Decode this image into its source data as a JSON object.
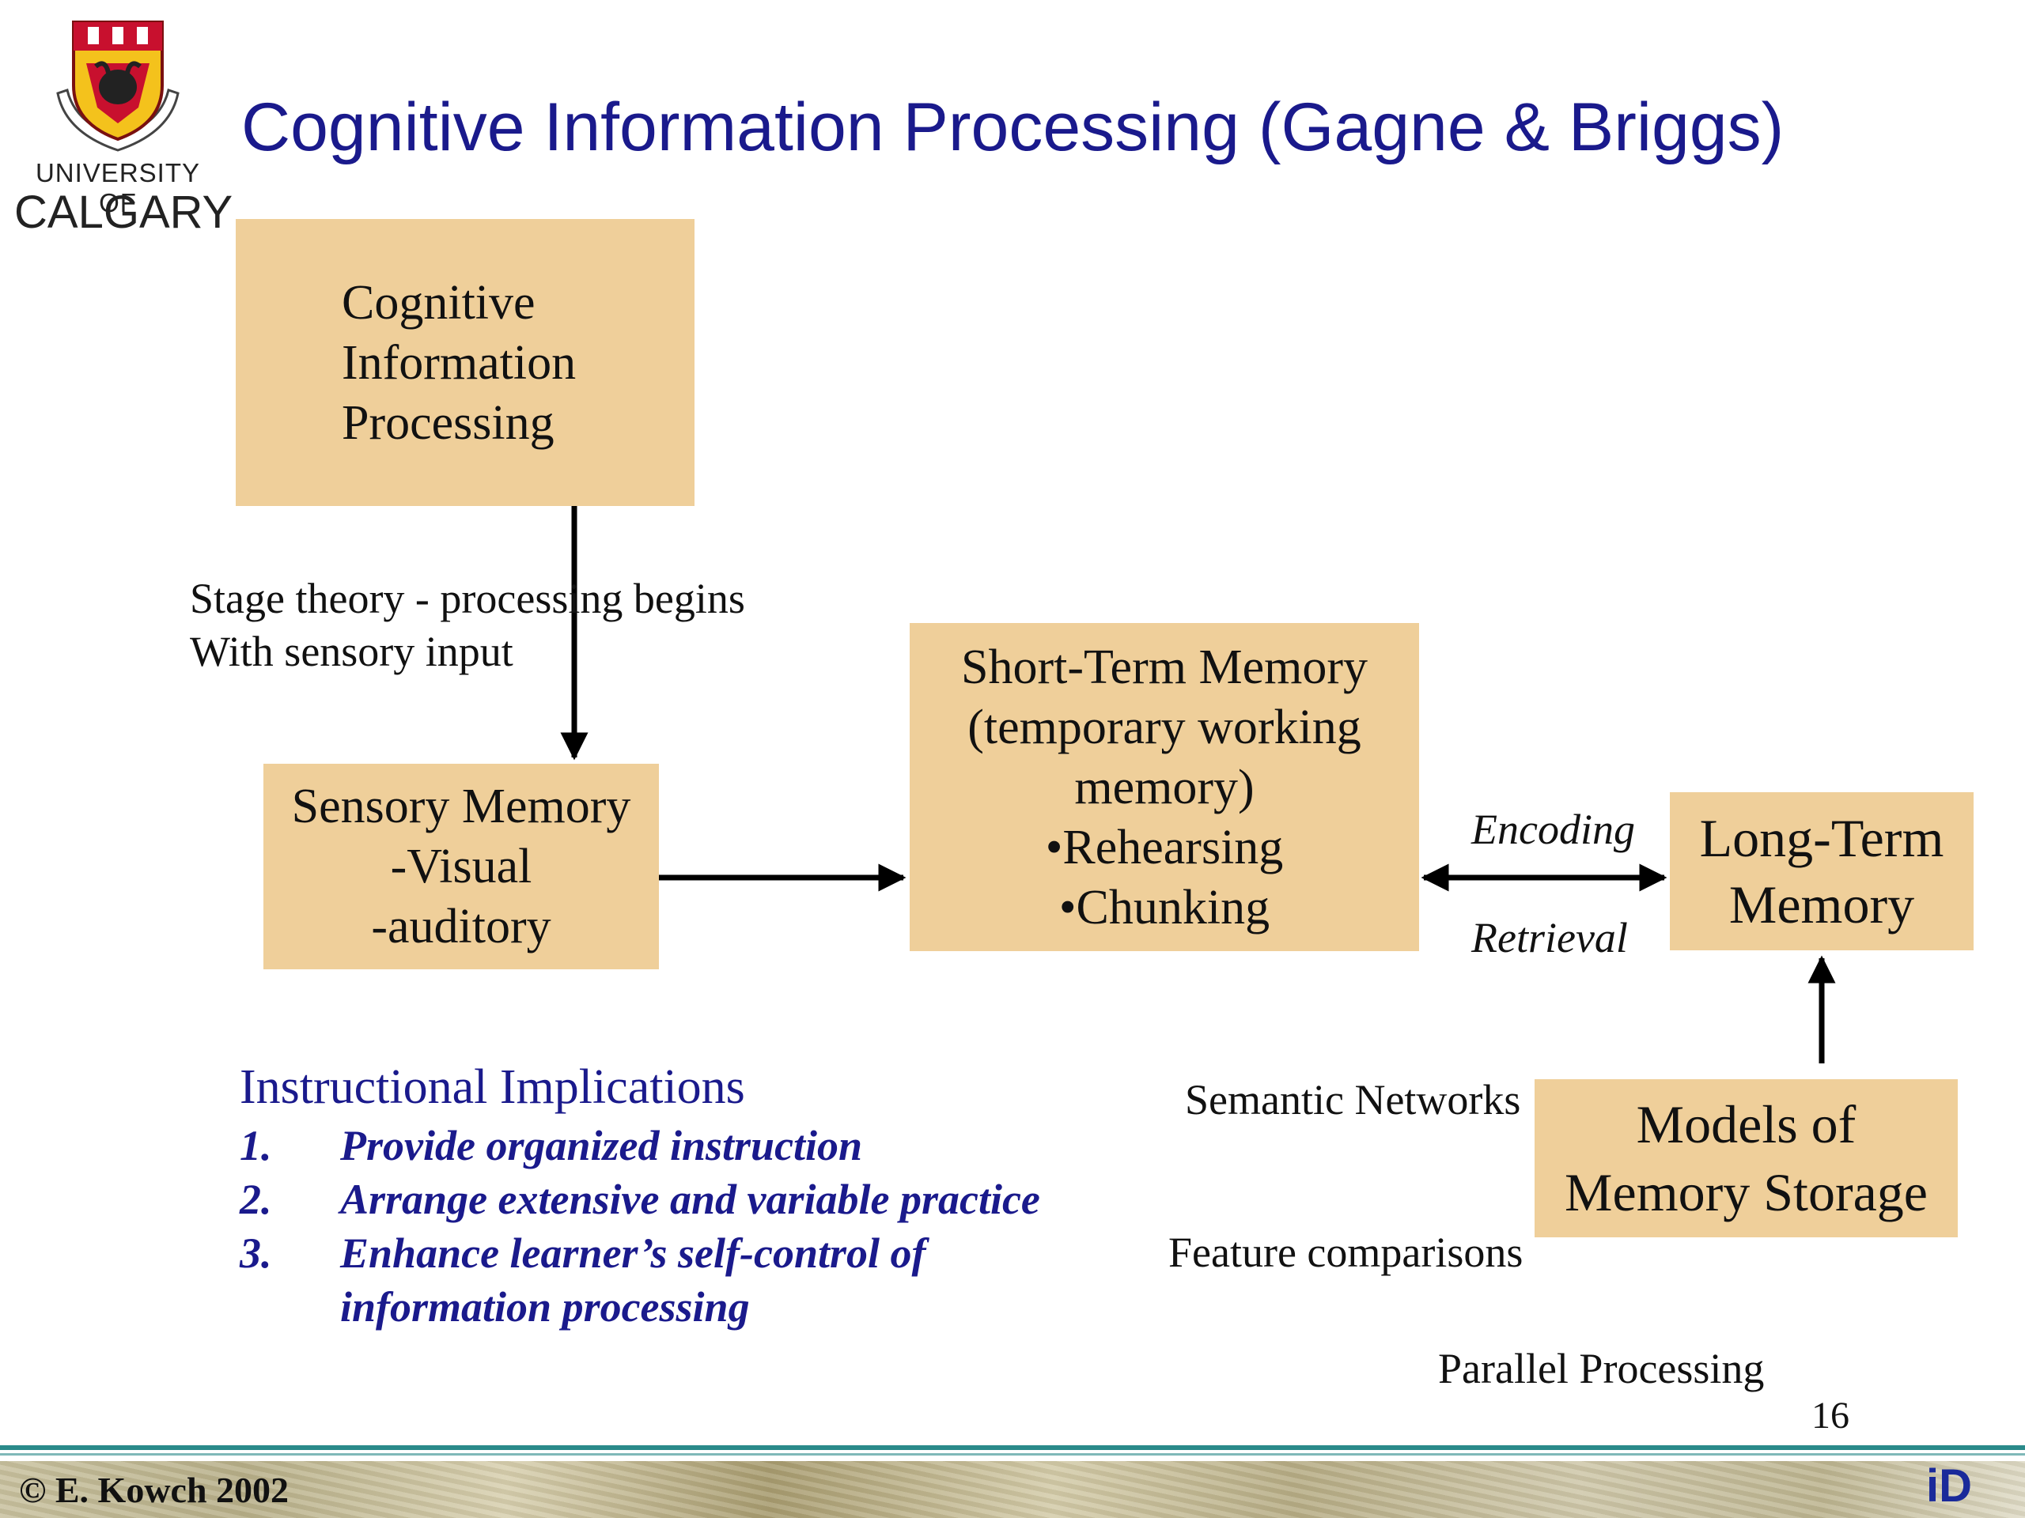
{
  "header": {
    "title": "Cognitive Information Processing (Gagne & Briggs)",
    "logo": {
      "line1": "UNIVERSITY OF",
      "line2": "CALGARY",
      "icon": "university-crest-icon"
    }
  },
  "boxes": {
    "cip": {
      "lines": [
        "Cognitive",
        "Information",
        "Processing"
      ]
    },
    "sensory": {
      "lines": [
        "Sensory Memory",
        "-Visual",
        "-auditory"
      ]
    },
    "stm": {
      "lines": [
        "Short-Term Memory",
        "(temporary working",
        "memory)",
        "•Rehearsing",
        "•Chunking"
      ]
    },
    "ltm": {
      "lines": [
        "Long-Term",
        "Memory"
      ]
    },
    "models": {
      "lines": [
        "Models of",
        "Memory Storage"
      ]
    }
  },
  "labels": {
    "stage_line1": "Stage theory - processing begins",
    "stage_line2": "With sensory input",
    "encoding": "Encoding",
    "retrieval": "Retrieval",
    "semantic": "Semantic Networks",
    "feature": "Feature comparisons",
    "parallel": "Parallel Processing"
  },
  "implications": {
    "heading": "Instructional Implications",
    "items": [
      {
        "num": "1.",
        "text": "Provide organized instruction"
      },
      {
        "num": "2.",
        "text": "Arrange extensive and variable practice"
      },
      {
        "num": "3.",
        "text": "Enhance learner’s self-control of",
        "text2": "information processing"
      }
    ]
  },
  "footer": {
    "page_number": "16",
    "copyright": "© E. Kowch 2002",
    "mark": "iD"
  },
  "colors": {
    "title": "#1a1a8c",
    "box": "#efcf9a",
    "implications": "#1a1a8c",
    "footer_rule": "#2a8a8a"
  }
}
